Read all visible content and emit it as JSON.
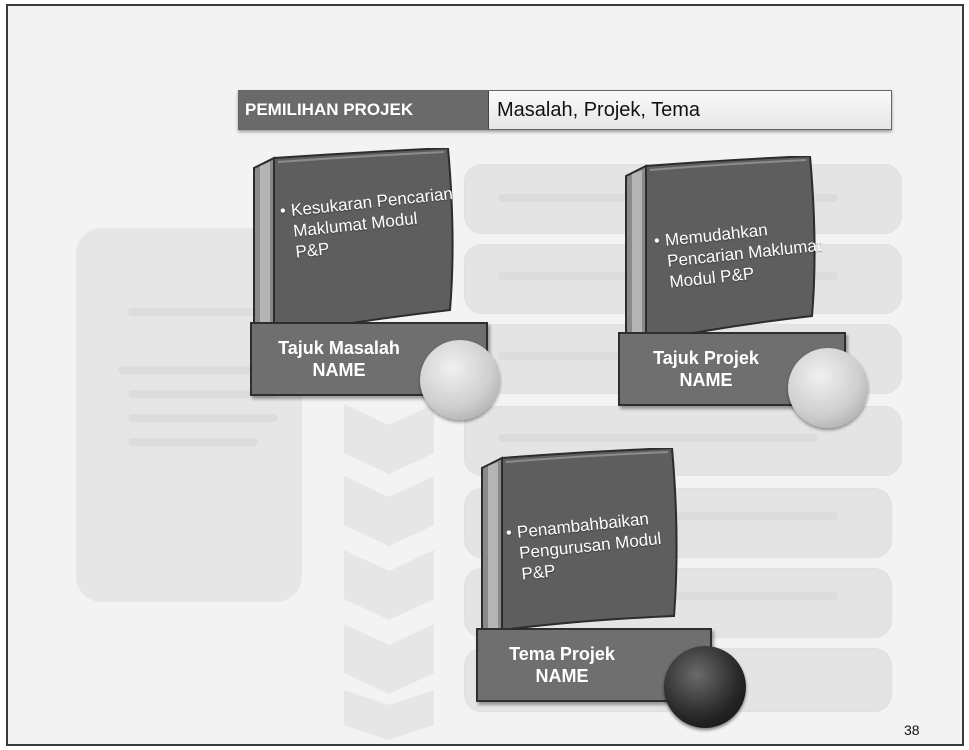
{
  "header": {
    "left_label": "PEMILIHAN PROJEK",
    "right_label": "Masalah, Projek, Tema"
  },
  "cards": [
    {
      "lines": [
        "Kesukaran Pencarian",
        "Maklumat Modul",
        "P&P"
      ],
      "label_line1": "Tajuk Masalah",
      "label_line2": "NAME"
    },
    {
      "lines": [
        "Memudahkan",
        "Pencarian Maklumat",
        "Modul P&P"
      ],
      "label_line1": "Tajuk Projek",
      "label_line2": "NAME"
    },
    {
      "lines": [
        "Penambahbaikan",
        "Pengurusan Modul",
        "P&P"
      ],
      "label_line1": "Tema Projek",
      "label_line2": "NAME"
    }
  ],
  "page_number": "38",
  "colors": {
    "book_front": "#5e5e5e",
    "book_spine": "#7a7a7a",
    "label_box": "#6f6f6f",
    "header_dark": "#6a6a6a"
  }
}
